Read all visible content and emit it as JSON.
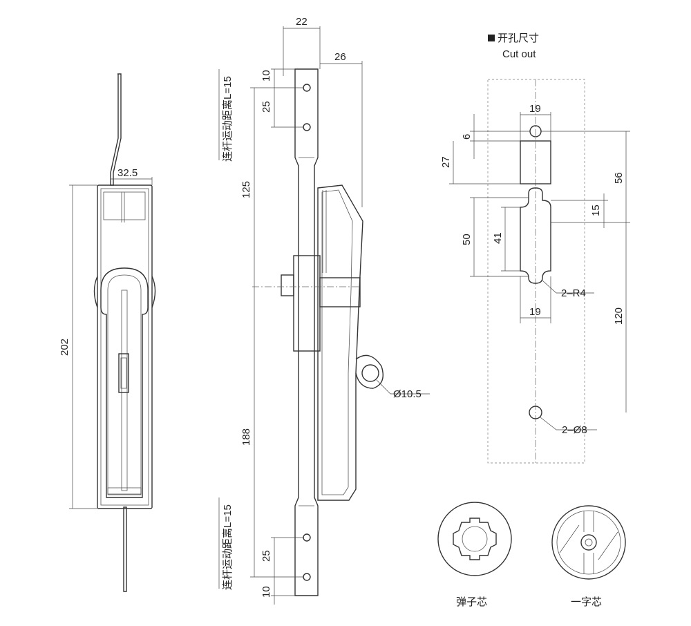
{
  "front_view": {
    "dims": {
      "width": "32.5",
      "height": "202"
    }
  },
  "side_view": {
    "dims": {
      "top_width": "22",
      "handle_width": "26",
      "hole_top_offset": "10",
      "hole_spacing_top": "25",
      "upper_length": "125",
      "lower_length": "188",
      "hole_spacing_bottom": "25",
      "hole_bottom_offset": "10",
      "padlock_diameter": "Ø10.5"
    },
    "rod_travel_top": "连杆运动距离L=15",
    "rod_travel_bottom": "连杆运动距离L=15"
  },
  "cutout": {
    "title_cn": "开孔尺寸",
    "title_en": "Cut out",
    "dims": {
      "top_slot_width": "19",
      "top_hole_offset": "6",
      "top_slot_height": "27",
      "upper_span": "56",
      "lobe_offset": "15",
      "main_height": "50",
      "inner_height": "41",
      "radius": "2–R4",
      "lower_width": "19",
      "lower_span": "120",
      "mount_holes": "2–Ø8"
    }
  },
  "cores": {
    "spring_core": "弹子芯",
    "slot_core": "一字芯"
  }
}
